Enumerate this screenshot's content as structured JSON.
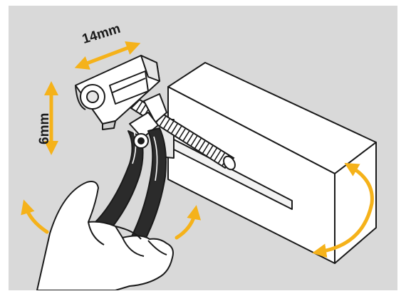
{
  "labels": {
    "width_dimension": "14mm",
    "height_dimension": "6mm"
  },
  "colors": {
    "background": "#d9d9d9",
    "arrow": "#f5b21a",
    "line": "#1a1a1a",
    "fill": "#ffffff"
  },
  "icons": {
    "arrows": "orange-double-arrow",
    "hand": "hand-illustration",
    "pliers": "pliers-illustration",
    "box": "box-illustration"
  }
}
